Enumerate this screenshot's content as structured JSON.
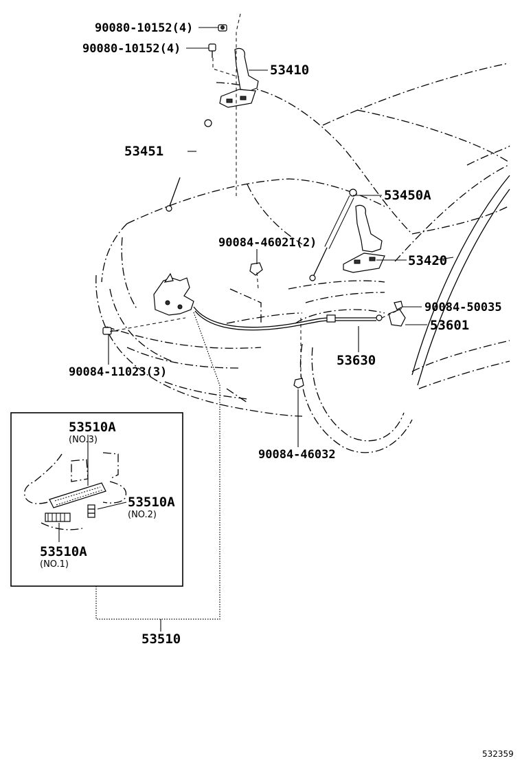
{
  "labels": {
    "bolt_a": "90080-10152(4)",
    "bolt_b": "90080-10152(4)",
    "hinge_lh": "53410",
    "support_rod_lh": "53451",
    "support_rod_rh": "53450A",
    "hinge_rh": "53420",
    "clip_top": "90084-46021(2)",
    "clip_right": "90084-50035",
    "lever": "53601",
    "release_cable": "53630",
    "clip_bottom": "90084-46032",
    "screw_lock": "90084-11023(3)",
    "detail_cover_no3": "53510A",
    "detail_cover_no3_sub": "(NO.3)",
    "detail_cover_no2": "53510A",
    "detail_cover_no2_sub": "(NO.2)",
    "detail_cover_no1": "53510A",
    "detail_cover_no1_sub": "(NO.1)",
    "hood_lock": "53510",
    "diagram_code": "532359"
  }
}
